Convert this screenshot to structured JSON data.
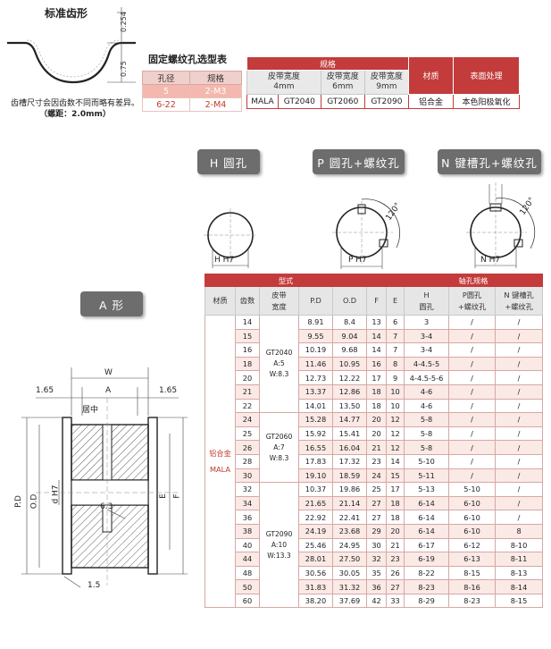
{
  "tooth_profile": {
    "title": "标准齿形",
    "dim_top": "0.254",
    "dim_side": "0.75",
    "note_line1": "齿槽尺寸会因齿数不同而略有差异。",
    "note_line2": "（螺距：2.0mm）"
  },
  "screw_table": {
    "title": "固定螺纹孔选型表",
    "headers": [
      "孔径",
      "规格"
    ],
    "rows": [
      {
        "bore": "5",
        "spec": "2-M3"
      },
      {
        "bore": "6-22",
        "spec": "2-M4"
      }
    ]
  },
  "spec_table": {
    "header_spec": "规格",
    "header_material": "材质",
    "header_surface": "表面处理",
    "widths": [
      {
        "label": "皮带宽度",
        "value": "4mm"
      },
      {
        "label": "皮带宽度",
        "value": "6mm"
      },
      {
        "label": "皮带宽度",
        "value": "9mm"
      }
    ],
    "codes": [
      "MALA",
      "GT2040",
      "GT2060",
      "GT2090"
    ],
    "material": "铝合金",
    "surface": "本色阳极氧化"
  },
  "shapes": {
    "h": "H 圆孔",
    "p": "P 圆孔+螺纹孔",
    "n": "N 键槽孔+螺纹孔",
    "a": "A 形"
  },
  "shape_labels": {
    "h_dim": "H H7",
    "p_dim": "P H7",
    "p_angle": "120°",
    "n_dim": "N H7",
    "n_angle": "120°"
  },
  "a_drawing": {
    "w": "W",
    "a": "A",
    "left_gap": "1.65",
    "right_gap": "1.65",
    "center": "居中",
    "pd": "P.D",
    "od": "O.D",
    "dh7": "d H7",
    "e": "E",
    "f": "F",
    "thread": "6.3",
    "bottom": "1.5"
  },
  "main_table": {
    "group_type": "型式",
    "group_shaft": "轴孔规格",
    "headers": [
      "材质",
      "齿数",
      "皮带\n宽度",
      "P.D",
      "O.D",
      "F",
      "E",
      "H\n圆孔",
      "P圆孔\n+螺纹孔",
      "N 键槽孔\n+螺纹孔"
    ],
    "material": "铝合金\nMALA",
    "width_groups": [
      {
        "text": "GT2040\nA:5\nW:8.3"
      },
      {
        "text": "GT2060\nA:7\nW:8.3"
      },
      {
        "text": "GT2090\nA:10\nW:13.3"
      }
    ],
    "rows": [
      [
        "14",
        "8.91",
        "8.4",
        "13",
        "6",
        "3",
        "/",
        "/"
      ],
      [
        "15",
        "9.55",
        "9.04",
        "14",
        "7",
        "3-4",
        "/",
        "/"
      ],
      [
        "16",
        "10.19",
        "9.68",
        "14",
        "7",
        "3-4",
        "/",
        "/"
      ],
      [
        "18",
        "11.46",
        "10.95",
        "16",
        "8",
        "4-4.5-5",
        "/",
        "/"
      ],
      [
        "20",
        "12.73",
        "12.22",
        "17",
        "9",
        "4-4.5-5-6",
        "/",
        "/"
      ],
      [
        "21",
        "13.37",
        "12.86",
        "18",
        "10",
        "4-6",
        "/",
        "/"
      ],
      [
        "22",
        "14.01",
        "13.50",
        "18",
        "10",
        "4-6",
        "/",
        "/"
      ],
      [
        "24",
        "15.28",
        "14.77",
        "20",
        "12",
        "5-8",
        "/",
        "/"
      ],
      [
        "25",
        "15.92",
        "15.41",
        "20",
        "12",
        "5-8",
        "/",
        "/"
      ],
      [
        "26",
        "16.55",
        "16.04",
        "21",
        "12",
        "5-8",
        "/",
        "/"
      ],
      [
        "28",
        "17.83",
        "17.32",
        "23",
        "14",
        "5-10",
        "/",
        "/"
      ],
      [
        "30",
        "19.10",
        "18.59",
        "24",
        "15",
        "5-11",
        "/",
        "/"
      ],
      [
        "32",
        "10.37",
        "19.86",
        "25",
        "17",
        "5-13",
        "5-10",
        "/"
      ],
      [
        "34",
        "21.65",
        "21.14",
        "27",
        "18",
        "6-14",
        "6-10",
        "/"
      ],
      [
        "36",
        "22.92",
        "22.41",
        "27",
        "18",
        "6-14",
        "6-10",
        "/"
      ],
      [
        "38",
        "24.19",
        "23.68",
        "29",
        "20",
        "6-14",
        "6-10",
        "8"
      ],
      [
        "40",
        "25.46",
        "24.95",
        "30",
        "21",
        "6-17",
        "6-12",
        "8-10"
      ],
      [
        "44",
        "28.01",
        "27.50",
        "32",
        "23",
        "6-19",
        "6-13",
        "8-11"
      ],
      [
        "48",
        "30.56",
        "30.05",
        "35",
        "26",
        "8-22",
        "8-15",
        "8-13"
      ],
      [
        "50",
        "31.83",
        "31.32",
        "36",
        "27",
        "8-23",
        "8-16",
        "8-14"
      ],
      [
        "60",
        "38.20",
        "37.69",
        "42",
        "33",
        "8-29",
        "8-23",
        "8-15"
      ]
    ]
  }
}
